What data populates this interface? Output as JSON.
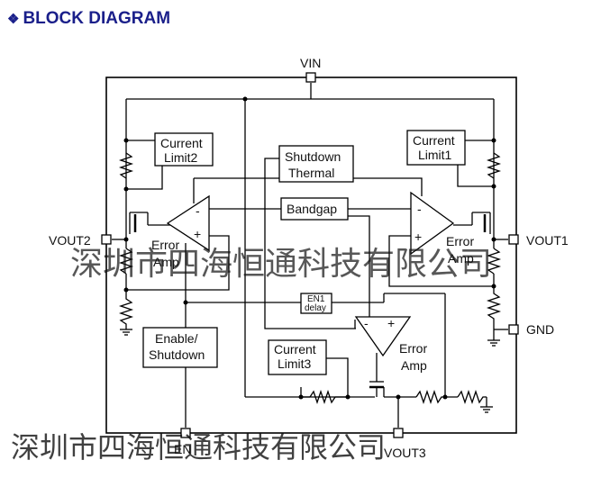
{
  "heading": {
    "icon": "diamond-bullet-icon",
    "title": "BLOCK DIAGRAM"
  },
  "pins": {
    "vin": "VIN",
    "vout1": "VOUT1",
    "vout2": "VOUT2",
    "gnd": "GND",
    "en": "EN",
    "vout3": "VOUT3"
  },
  "blocks": {
    "current_limit2": [
      "Current",
      "Limit2"
    ],
    "current_limit1": [
      "Current",
      "Limit1"
    ],
    "current_limit3": [
      "Current",
      "Limit3"
    ],
    "shutdown_thermal": [
      "Shutdown",
      "Thermal"
    ],
    "bandgap": "Bandgap",
    "en1_delay": [
      "EN1",
      "delay"
    ],
    "enable_shutdown": [
      "Enable/",
      "Shutdown"
    ]
  },
  "amps": {
    "error_amp": [
      "Error",
      "Amp"
    ],
    "minus": "-",
    "plus": "+"
  },
  "watermark": "深圳市四海恒通科技有限公司"
}
